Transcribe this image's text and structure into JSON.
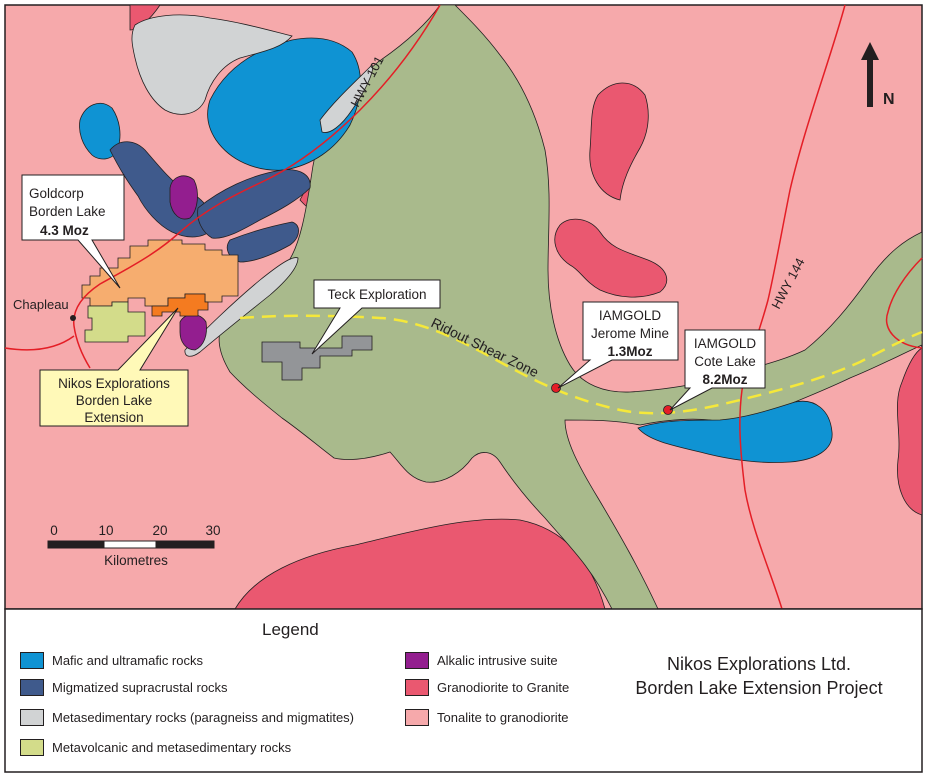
{
  "colors": {
    "tonalite": "#f6a9ab",
    "granodiorite": "#ea5870",
    "metavolcanic": "#a9ba8c",
    "metavolcanic_legend": "#d3dc8a",
    "mafic": "#0f93d3",
    "migmatized": "#3f5a8c",
    "metasedimentary": "#d1d3d4",
    "alkalic": "#931e8f",
    "goldcorp_claim": "#f6ad6f",
    "nikos_claim": "#f47b20",
    "teck_claim": "#939598",
    "highway": "#e41e26",
    "shear_zone": "#f5e83a"
  },
  "north": {
    "label": "N",
    "icon": "north-arrow-icon"
  },
  "highways": {
    "hwy101": "HWY 101",
    "hwy144": "HWY 144"
  },
  "places": {
    "chapleau": "Chapleau"
  },
  "shear_zone": {
    "label": "Ridout Shear Zone"
  },
  "callouts": {
    "goldcorp": {
      "line1": "Goldcorp",
      "line2": "Borden Lake",
      "value": "4.3 Moz"
    },
    "nikos": {
      "line1": "Nikos Explorations",
      "line2": "Borden Lake",
      "line3": "Extension"
    },
    "teck": {
      "line1": "Teck Exploration"
    },
    "jerome": {
      "line1": "IAMGOLD",
      "line2": "Jerome Mine",
      "value": "1.3Moz"
    },
    "cote": {
      "line1": "IAMGOLD",
      "line2": "Cote Lake",
      "value": "8.2Moz"
    }
  },
  "scale": {
    "ticks": [
      "0",
      "10",
      "20",
      "30"
    ],
    "unit": "Kilometres"
  },
  "legend": {
    "title": "Legend",
    "items": [
      {
        "label": "Mafic and ultramafic rocks",
        "color": "#0f93d3"
      },
      {
        "label": "Migmatized supracrustal rocks",
        "color": "#3f5a8c"
      },
      {
        "label": "Metasedimentary rocks (paragneiss and migmatites)",
        "color": "#d1d3d4"
      },
      {
        "label": "Metavolcanic and metasedimentary rocks",
        "color": "#d3dc8a"
      },
      {
        "label": "Alkalic intrusive suite",
        "color": "#931e8f"
      },
      {
        "label": "Granodiorite to Granite",
        "color": "#ea5870"
      },
      {
        "label": "Tonalite to granodiorite",
        "color": "#f6a9ab"
      }
    ]
  },
  "project": {
    "line1": "Nikos Explorations Ltd.",
    "line2": "Borden Lake Extension Project"
  }
}
